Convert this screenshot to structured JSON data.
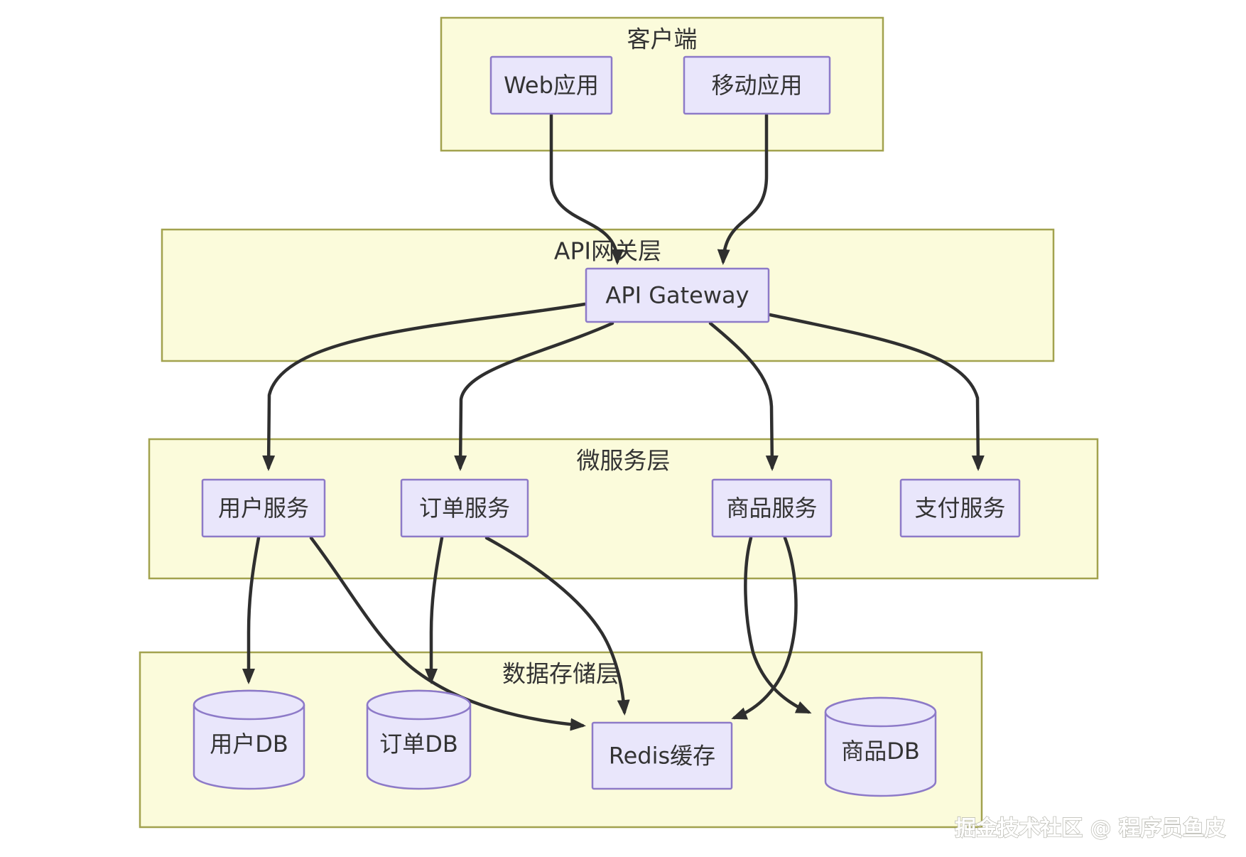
{
  "diagram": {
    "layers": [
      {
        "id": "client",
        "title": "客户端",
        "nodes": [
          {
            "id": "web",
            "label": "Web应用",
            "shape": "rect"
          },
          {
            "id": "mobile",
            "label": "移动应用",
            "shape": "rect"
          }
        ]
      },
      {
        "id": "gateway",
        "title": "API网关层",
        "nodes": [
          {
            "id": "apigw",
            "label": "API Gateway",
            "shape": "rect"
          }
        ]
      },
      {
        "id": "services",
        "title": "微服务层",
        "nodes": [
          {
            "id": "user",
            "label": "用户服务",
            "shape": "rect"
          },
          {
            "id": "order",
            "label": "订单服务",
            "shape": "rect"
          },
          {
            "id": "product",
            "label": "商品服务",
            "shape": "rect"
          },
          {
            "id": "pay",
            "label": "支付服务",
            "shape": "rect"
          }
        ]
      },
      {
        "id": "storage",
        "title": "数据存储层",
        "nodes": [
          {
            "id": "userdb",
            "label": "用户DB",
            "shape": "cylinder"
          },
          {
            "id": "orderdb",
            "label": "订单DB",
            "shape": "cylinder"
          },
          {
            "id": "redis",
            "label": "Redis缓存",
            "shape": "rect"
          },
          {
            "id": "productdb",
            "label": "商品DB",
            "shape": "cylinder"
          }
        ]
      }
    ],
    "edges": [
      {
        "from": "web",
        "to": "apigw"
      },
      {
        "from": "mobile",
        "to": "apigw"
      },
      {
        "from": "apigw",
        "to": "user"
      },
      {
        "from": "apigw",
        "to": "order"
      },
      {
        "from": "apigw",
        "to": "product"
      },
      {
        "from": "apigw",
        "to": "pay"
      },
      {
        "from": "user",
        "to": "userdb"
      },
      {
        "from": "user",
        "to": "redis"
      },
      {
        "from": "order",
        "to": "orderdb"
      },
      {
        "from": "order",
        "to": "redis"
      },
      {
        "from": "product",
        "to": "redis"
      },
      {
        "from": "product",
        "to": "productdb"
      }
    ],
    "colors": {
      "layer_fill": "#fbfbdb",
      "layer_border": "#a2a24e",
      "node_fill": "#e9e6fb",
      "node_border": "#8d7ac8",
      "edge": "#2f2f2f",
      "text": "#333333",
      "watermark_fill": "#ffffff",
      "watermark_outline": "#b3b3aa"
    },
    "watermark": "掘金技术社区 @ 程序员鱼皮"
  }
}
